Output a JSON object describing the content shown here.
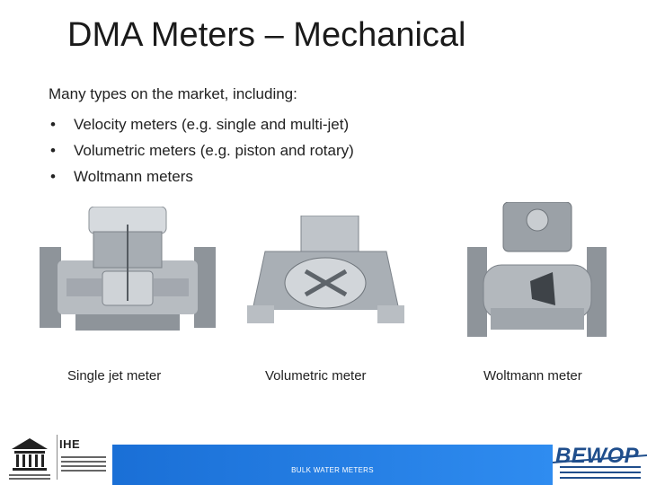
{
  "slide": {
    "title": "DMA Meters – Mechanical",
    "intro": "Many types on the market, including:",
    "bullets": [
      "Velocity meters (e.g. single and multi-jet)",
      "Volumetric meters (e.g. piston and rotary)",
      "Woltmann meters"
    ],
    "bullet_glyph": "•",
    "captions": [
      "Single jet meter",
      "Volumetric meter",
      "Woltmann meter"
    ]
  },
  "footer": {
    "text": "BULK WATER METERS",
    "logo_left": "IHE",
    "logo_right": "BEWOP",
    "band_color": "#2a7fe6"
  }
}
